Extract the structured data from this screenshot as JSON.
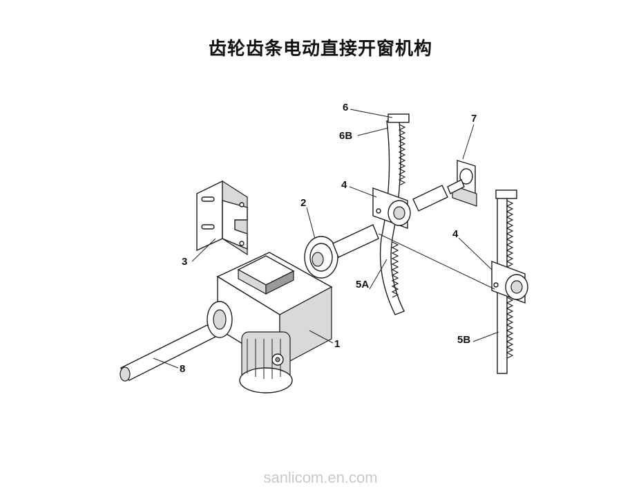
{
  "title": "齿轮齿条电动直接开窗机构",
  "watermark": "sanlicom.en.com",
  "labels": {
    "l1": "1",
    "l2": "2",
    "l3": "3",
    "l4a": "4",
    "l4b": "4",
    "l5a": "5A",
    "l5b": "5B",
    "l6": "6",
    "l6b": "6B",
    "l7": "7",
    "l8": "8"
  }
}
